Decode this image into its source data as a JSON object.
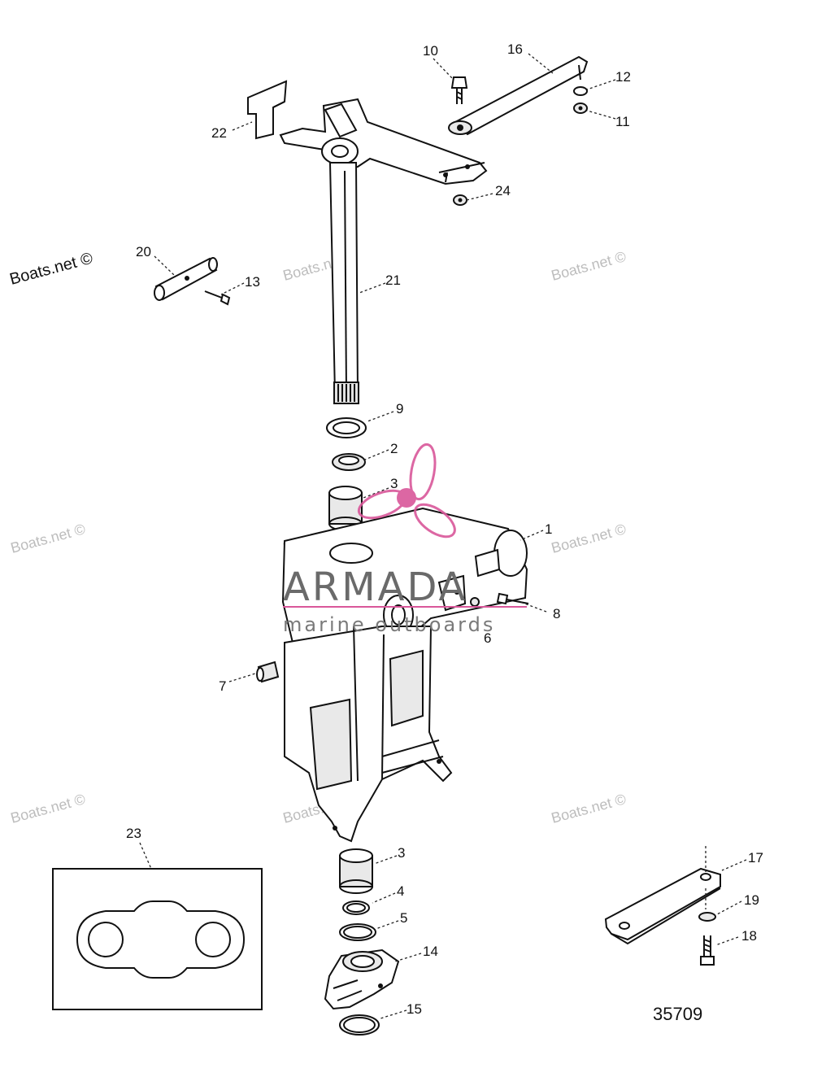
{
  "figure_number": "35709",
  "watermarks": {
    "main": "Boats.net ©",
    "repeat": "Boats.net ©"
  },
  "brand": {
    "name": "ARMADA",
    "tagline": "marine outboards",
    "accent_color": "#d9579a"
  },
  "callouts": {
    "c1": "1",
    "c2": "2",
    "c3a": "3",
    "c3b": "3",
    "c4": "4",
    "c5": "5",
    "c6": "6",
    "c7": "7",
    "c8": "8",
    "c9": "9",
    "c10": "10",
    "c11": "11",
    "c12": "12",
    "c13": "13",
    "c14": "14",
    "c15": "15",
    "c16": "16",
    "c17": "17",
    "c18": "18",
    "c19": "19",
    "c20": "20",
    "c21": "21",
    "c22": "22",
    "c23": "23",
    "c24": "24"
  },
  "colors": {
    "ink": "#111111",
    "watermark": "#bdbdbd",
    "background": "#ffffff"
  }
}
